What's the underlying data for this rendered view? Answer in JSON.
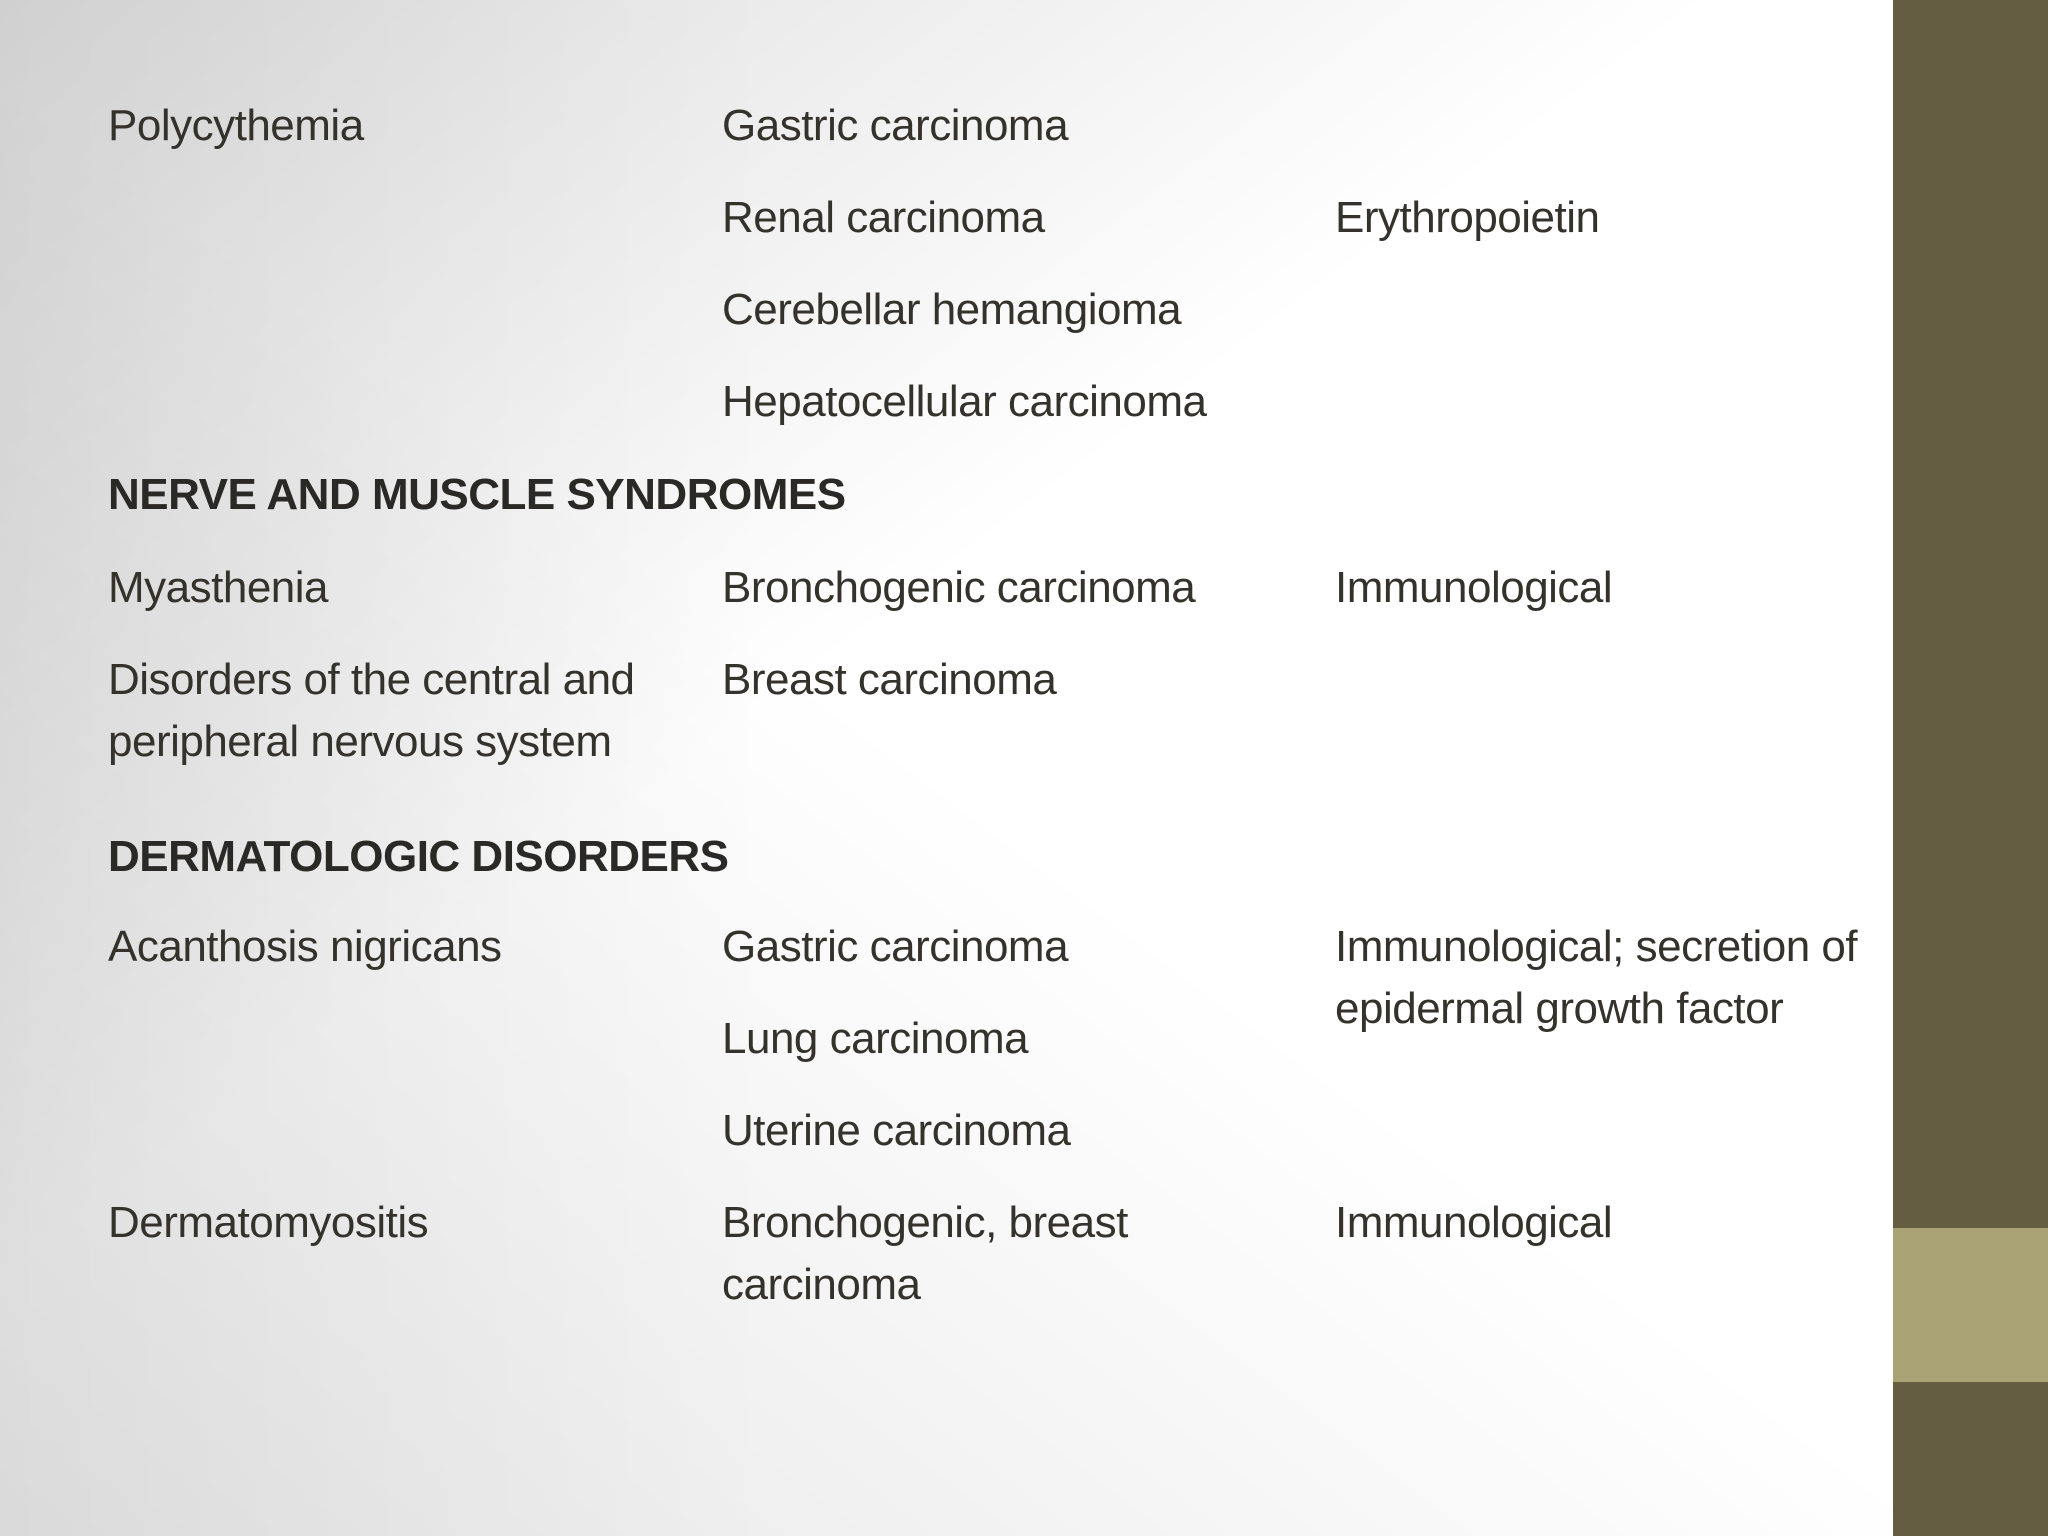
{
  "slide": {
    "text_color": "#35322c",
    "header_color": "#2b2925",
    "band_color": "#655d42",
    "band_light_color": "#a9a275"
  },
  "table": {
    "sections": [
      {
        "rows": [
          {
            "syndrome": "Polycythemia",
            "cancers": [
              "Gastric carcinoma",
              "Renal carcinoma",
              "Cerebellar hemangioma",
              "Hepatocellular carcinoma"
            ],
            "mechanism": "Erythropoietin"
          }
        ]
      },
      {
        "header": "NERVE AND MUSCLE SYNDROMES",
        "rows": [
          {
            "syndrome": "Myasthenia",
            "cancers": [
              "Bronchogenic carcinoma"
            ],
            "mechanism": "Immunological"
          },
          {
            "syndrome": "Disorders of the central and peripheral nervous system",
            "cancers": [
              "Breast carcinoma"
            ],
            "mechanism": ""
          }
        ]
      },
      {
        "header": "DERMATOLOGIC DISORDERS",
        "rows": [
          {
            "syndrome": "Acanthosis nigricans",
            "cancers": [
              "Gastric carcinoma",
              "Lung carcinoma",
              "Uterine carcinoma"
            ],
            "mechanism": "Immunological; secretion of epidermal growth factor"
          },
          {
            "syndrome": "Dermatomyositis",
            "cancers": [
              "Bronchogenic, breast carcinoma"
            ],
            "mechanism": "Immunological"
          }
        ]
      }
    ]
  }
}
